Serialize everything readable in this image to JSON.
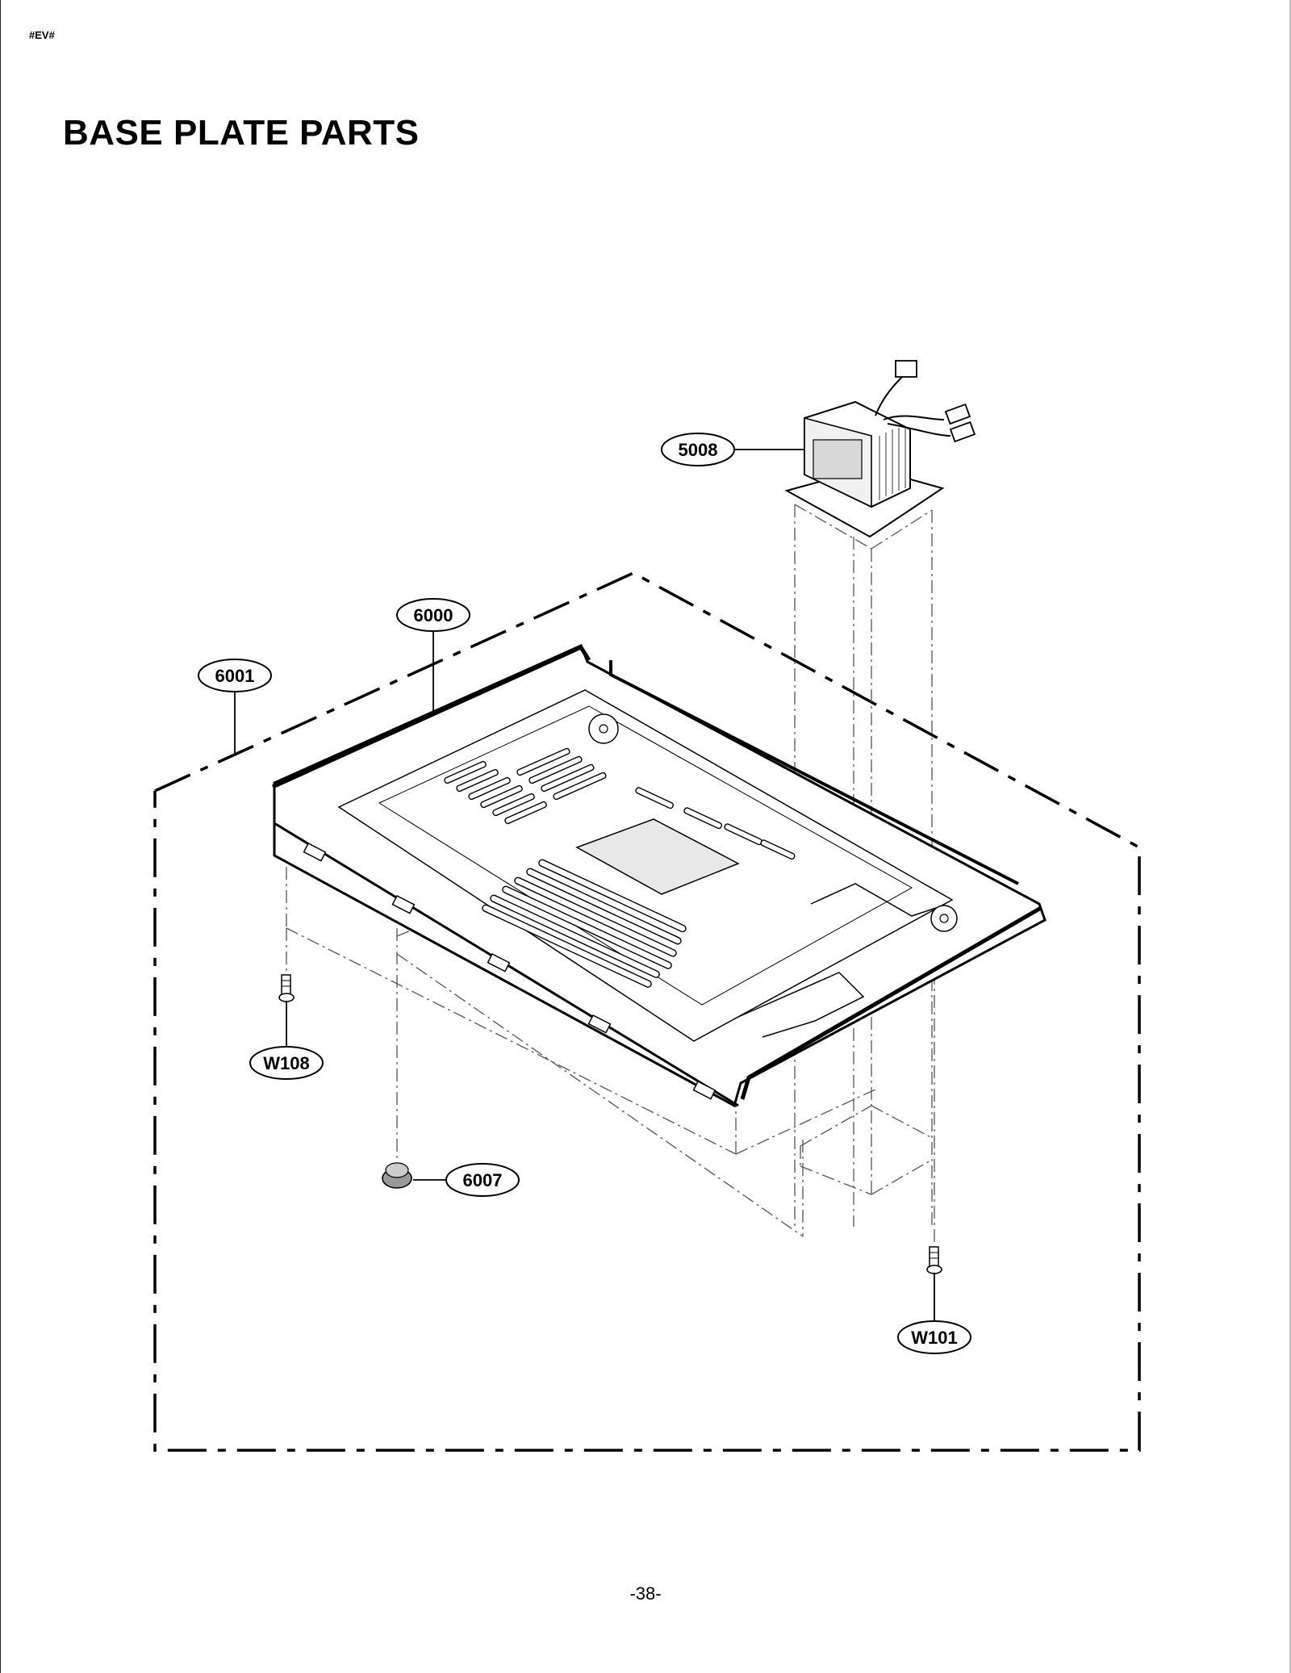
{
  "header": {
    "tag": "#EV#"
  },
  "page": {
    "title": "BASE PLATE PARTS",
    "number": "-38-"
  },
  "callouts": [
    {
      "id": "5008",
      "label": "5008",
      "part": "high-voltage transformer"
    },
    {
      "id": "6000",
      "label": "6000",
      "part": "base plate"
    },
    {
      "id": "6001",
      "label": "6001",
      "part": "base plate assembly"
    },
    {
      "id": "W108",
      "label": "W108",
      "part": "screw"
    },
    {
      "id": "6007",
      "label": "6007",
      "part": "foot"
    },
    {
      "id": "W101",
      "label": "W101",
      "part": "screw"
    }
  ]
}
